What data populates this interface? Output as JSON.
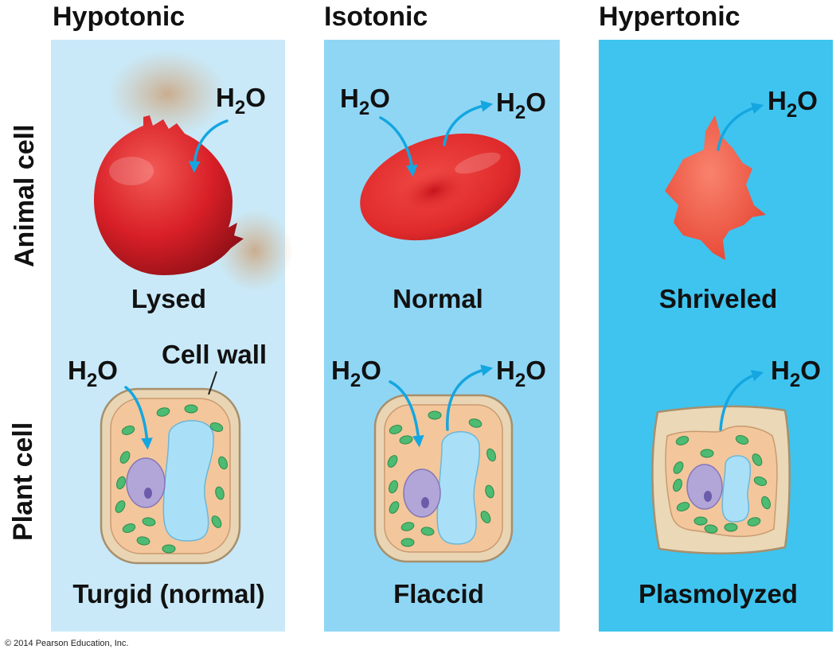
{
  "columns": {
    "hypotonic": "Hypotonic",
    "isotonic": "Isotonic",
    "hypertonic": "Hypertonic"
  },
  "rows": {
    "animal": "Animal cell",
    "plant": "Plant cell"
  },
  "captions": {
    "lysed": "Lysed",
    "normal": "Normal",
    "shriveled": "Shriveled",
    "turgid": "Turgid (normal)",
    "flaccid": "Flaccid",
    "plasmolyzed": "Plasmolyzed"
  },
  "labels": {
    "water_main": "H",
    "water_sub": "2",
    "water_tail": "O",
    "cell_wall": "Cell wall"
  },
  "copyright": "© 2014 Pearson Education, Inc.",
  "colors": {
    "hypotonic_bg": "#c9e9f8",
    "isotonic_bg": "#8fd6f5",
    "hypertonic_bg": "#3ec4ef",
    "arrow": "#14a6e0",
    "red_cell": "#d9242a",
    "cell_wall": "#e9d5b3",
    "cytoplasm": "#f3c79b",
    "vacuole": "#a9e0f8",
    "nucleus": "#b2a6d9",
    "chloroplast": "#4dbb72"
  }
}
